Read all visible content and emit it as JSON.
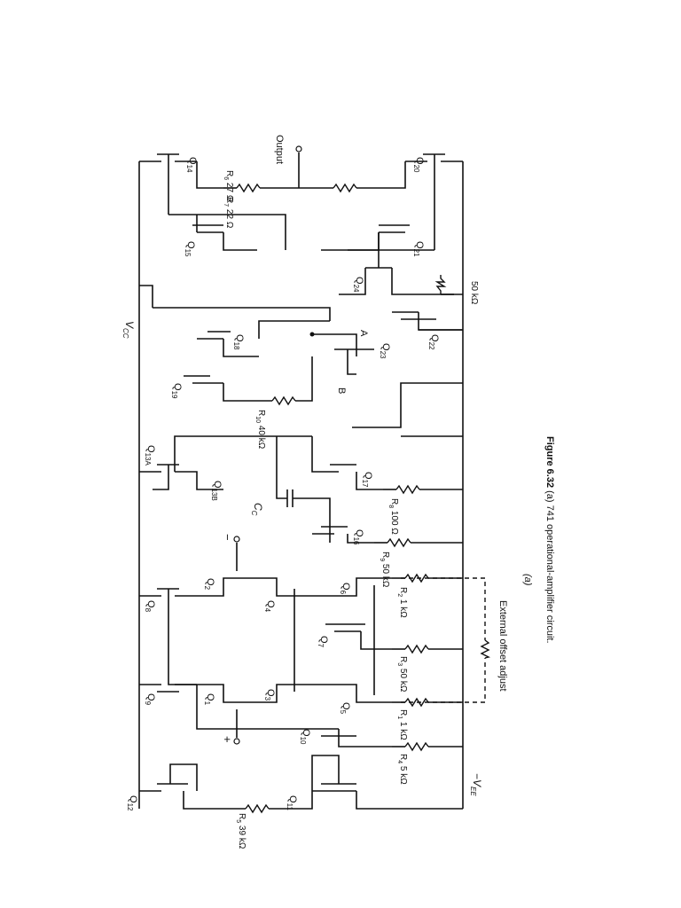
{
  "figure": {
    "caption_number": "Figure 6.32",
    "caption_text": "(a) 741 operational-amplifier circuit.",
    "sub_label": "(a)"
  },
  "rails": {
    "vcc": "V",
    "vcc_sub": "CC",
    "vee": "−V",
    "vee_sub": "EE"
  },
  "output_label": "Output",
  "offset_label": "External offset adjust",
  "plus_sign": "+",
  "minus_sign": "−",
  "node_a": "A",
  "node_b": "B",
  "cap_label": "C",
  "cap_sub": "C",
  "transistors": [
    {
      "id": "q14",
      "base": "Q",
      "sub": "14"
    },
    {
      "id": "q15",
      "base": "Q",
      "sub": "15"
    },
    {
      "id": "q20",
      "base": "Q",
      "sub": "20"
    },
    {
      "id": "q21",
      "base": "Q",
      "sub": "21"
    },
    {
      "id": "q18",
      "base": "Q",
      "sub": "18"
    },
    {
      "id": "q19",
      "base": "Q",
      "sub": "19"
    },
    {
      "id": "q23",
      "base": "Q",
      "sub": "23"
    },
    {
      "id": "q24",
      "base": "Q",
      "sub": "24"
    },
    {
      "id": "q22",
      "base": "Q",
      "sub": "22"
    },
    {
      "id": "q13a",
      "base": "Q",
      "sub": "13A"
    },
    {
      "id": "q13b",
      "base": "Q",
      "sub": "13B"
    },
    {
      "id": "q17",
      "base": "Q",
      "sub": "17"
    },
    {
      "id": "q16",
      "base": "Q",
      "sub": "16"
    },
    {
      "id": "q8",
      "base": "Q",
      "sub": "8"
    },
    {
      "id": "q9",
      "base": "Q",
      "sub": "9"
    },
    {
      "id": "q2",
      "base": "Q",
      "sub": "2"
    },
    {
      "id": "q1",
      "base": "Q",
      "sub": "1"
    },
    {
      "id": "q4",
      "base": "Q",
      "sub": "4"
    },
    {
      "id": "q3",
      "base": "Q",
      "sub": "3"
    },
    {
      "id": "q6",
      "base": "Q",
      "sub": "6"
    },
    {
      "id": "q7",
      "base": "Q",
      "sub": "7"
    },
    {
      "id": "q5",
      "base": "Q",
      "sub": "5"
    },
    {
      "id": "q10",
      "base": "Q",
      "sub": "10"
    },
    {
      "id": "q11",
      "base": "Q",
      "sub": "11"
    },
    {
      "id": "q12",
      "base": "Q",
      "sub": "12"
    }
  ],
  "resistors": [
    {
      "id": "r6",
      "name": "R",
      "sub": "6",
      "value": "27 Ω"
    },
    {
      "id": "r7",
      "name": "R",
      "sub": "7",
      "value": "22 Ω"
    },
    {
      "id": "r_q24",
      "name": "",
      "sub": "",
      "value": "50 kΩ"
    },
    {
      "id": "r10",
      "name": "R",
      "sub": "10",
      "value": "40 kΩ"
    },
    {
      "id": "r8",
      "name": "R",
      "sub": "8",
      "value": "100 Ω"
    },
    {
      "id": "r9",
      "name": "R",
      "sub": "9",
      "value": "50 kΩ"
    },
    {
      "id": "r2",
      "name": "R",
      "sub": "2",
      "value": "1 kΩ"
    },
    {
      "id": "r3",
      "name": "R",
      "sub": "3",
      "value": "50 kΩ"
    },
    {
      "id": "r1",
      "name": "R",
      "sub": "1",
      "value": "1 kΩ"
    },
    {
      "id": "r4",
      "name": "R",
      "sub": "4",
      "value": "5 kΩ"
    },
    {
      "id": "r5",
      "name": "R",
      "sub": "5",
      "value": "39 kΩ"
    }
  ]
}
